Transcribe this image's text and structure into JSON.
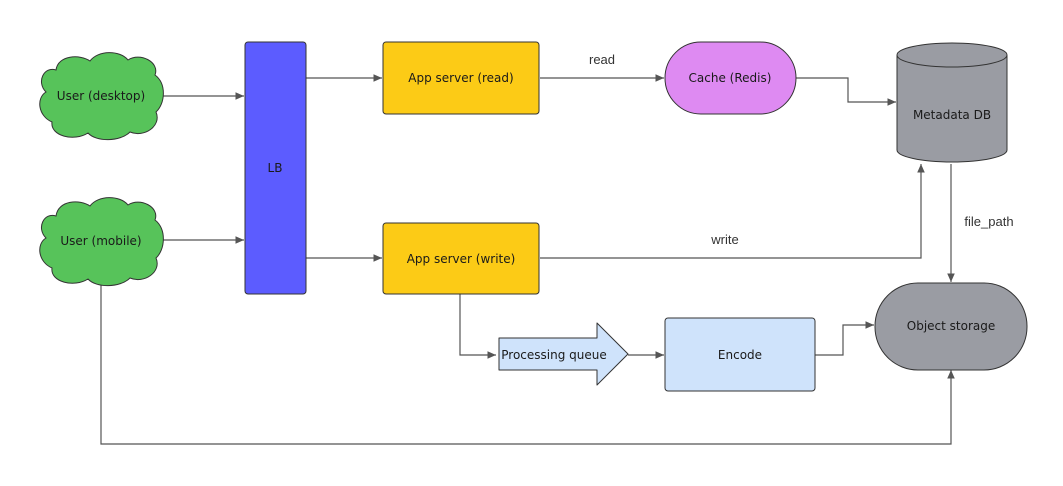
{
  "nodes": {
    "user_desktop": {
      "label": "User (desktop)",
      "color": "#57c35a"
    },
    "user_mobile": {
      "label": "User (mobile)",
      "color": "#57c35a"
    },
    "lb": {
      "label": "LB",
      "color": "#5c5cff"
    },
    "app_read": {
      "label": "App server (read)",
      "color": "#fccb16"
    },
    "app_write": {
      "label": "App server (write)",
      "color": "#fccb16"
    },
    "cache": {
      "label": "Cache (Redis)",
      "color": "#de8af2"
    },
    "metadata_db": {
      "label": "Metadata DB",
      "color": "#9a9ca3"
    },
    "object_storage": {
      "label": "Object storage",
      "color": "#9a9ca3"
    },
    "processing_queue": {
      "label": "Processing queue",
      "color": "#cfe3fb"
    },
    "encode": {
      "label": "Encode",
      "color": "#cfe3fb"
    }
  },
  "edges": {
    "read_label": "read",
    "write_label": "write",
    "file_path_label": "file_path"
  }
}
